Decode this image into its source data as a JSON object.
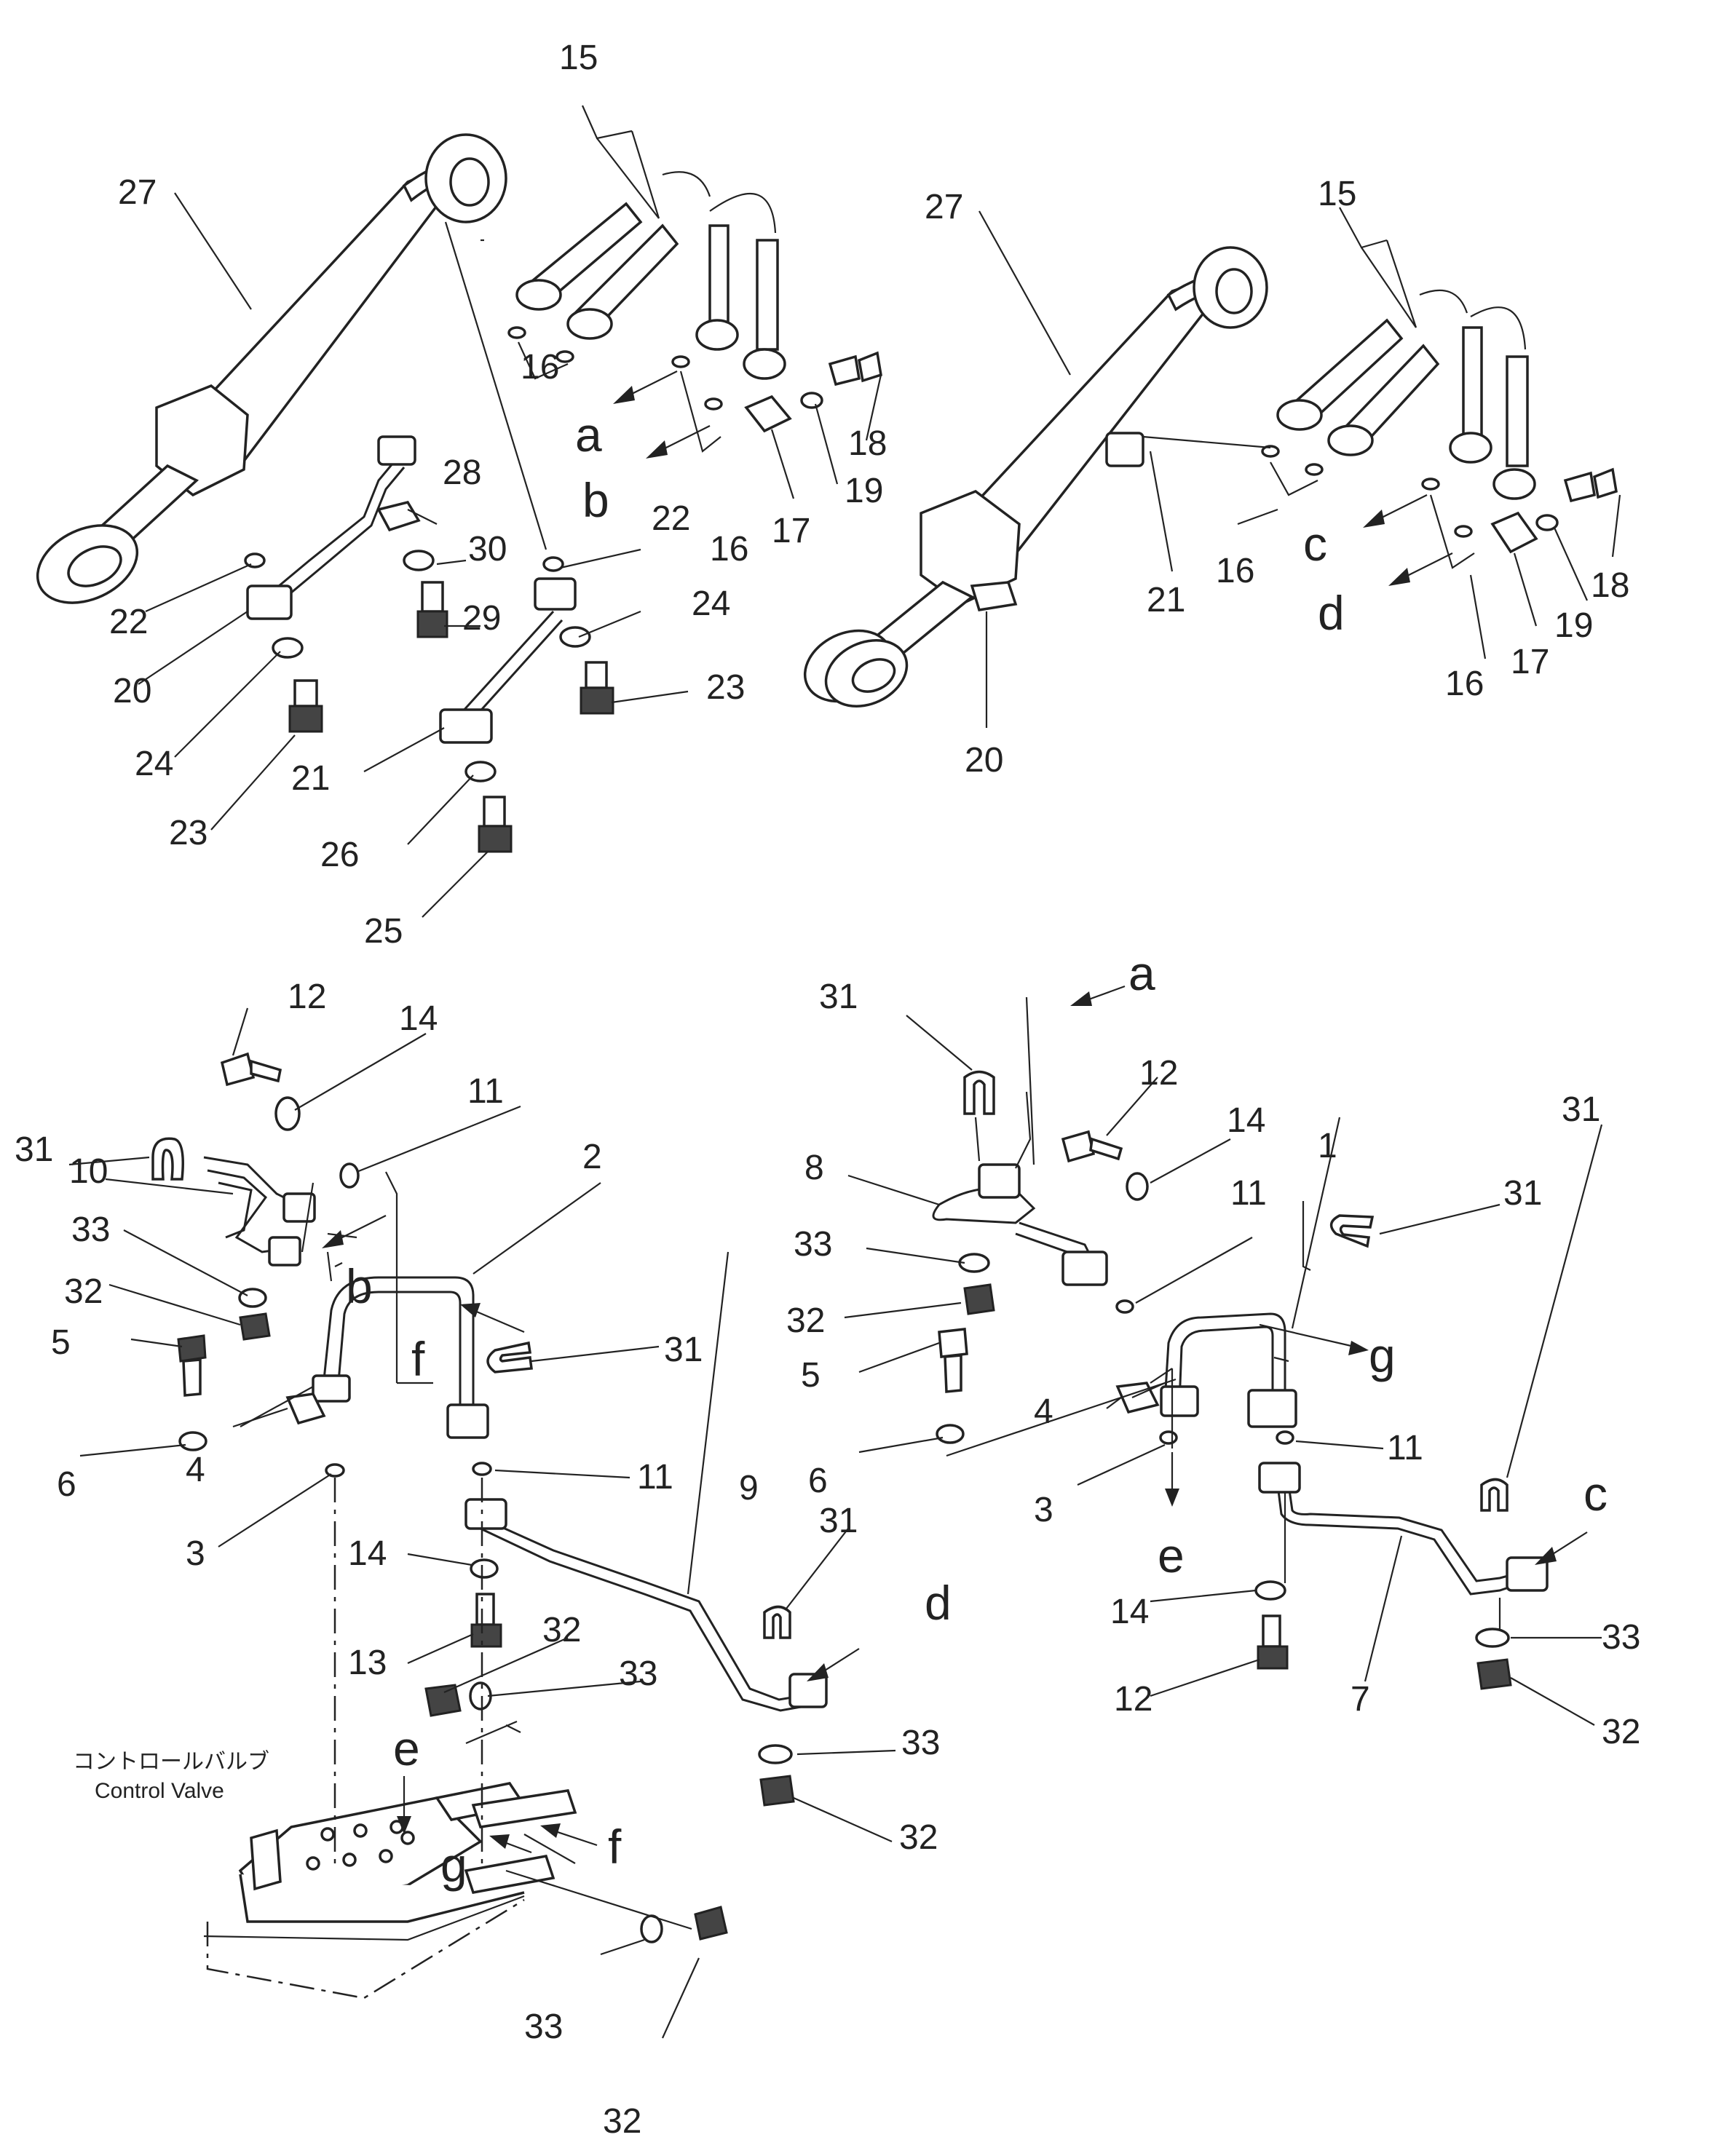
{
  "callouts": {
    "n1": "1",
    "n2": "2",
    "n3": "3",
    "n4": "4",
    "n5": "5",
    "n6": "6",
    "n7": "7",
    "n8": "8",
    "n9": "9",
    "n10": "10",
    "n11": "11",
    "n12": "12",
    "n13": "13",
    "n14": "14",
    "n15": "15",
    "n16": "16",
    "n17": "17",
    "n18": "18",
    "n19": "19",
    "n20": "20",
    "n21": "21",
    "n22": "22",
    "n23": "23",
    "n24": "24",
    "n25": "25",
    "n26": "26",
    "n27": "27",
    "n28": "28",
    "n29": "29",
    "n30": "30",
    "n31": "31",
    "n32": "32",
    "n33": "33"
  },
  "refs": {
    "a": "a",
    "b": "b",
    "c": "c",
    "d": "d",
    "e": "e",
    "f": "f",
    "g": "g"
  },
  "control_valve": {
    "label_jp": "コントロールバルブ",
    "label_en": "Control Valve"
  }
}
